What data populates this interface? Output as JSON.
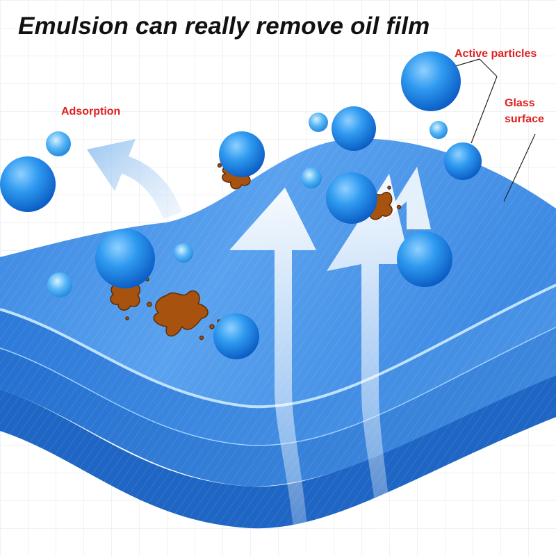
{
  "title": "Emulsion can really remove oil film",
  "labels": {
    "adsorption": "Adsorption",
    "active_particles": "Active particles",
    "glass_surface_line1": "Glass",
    "glass_surface_line2": "surface"
  },
  "colors": {
    "label_red": "#e02020",
    "sheet_blue": "#2f7fe0",
    "particle_blue": "#1a82e6",
    "oil_brown": "#a8520f"
  }
}
